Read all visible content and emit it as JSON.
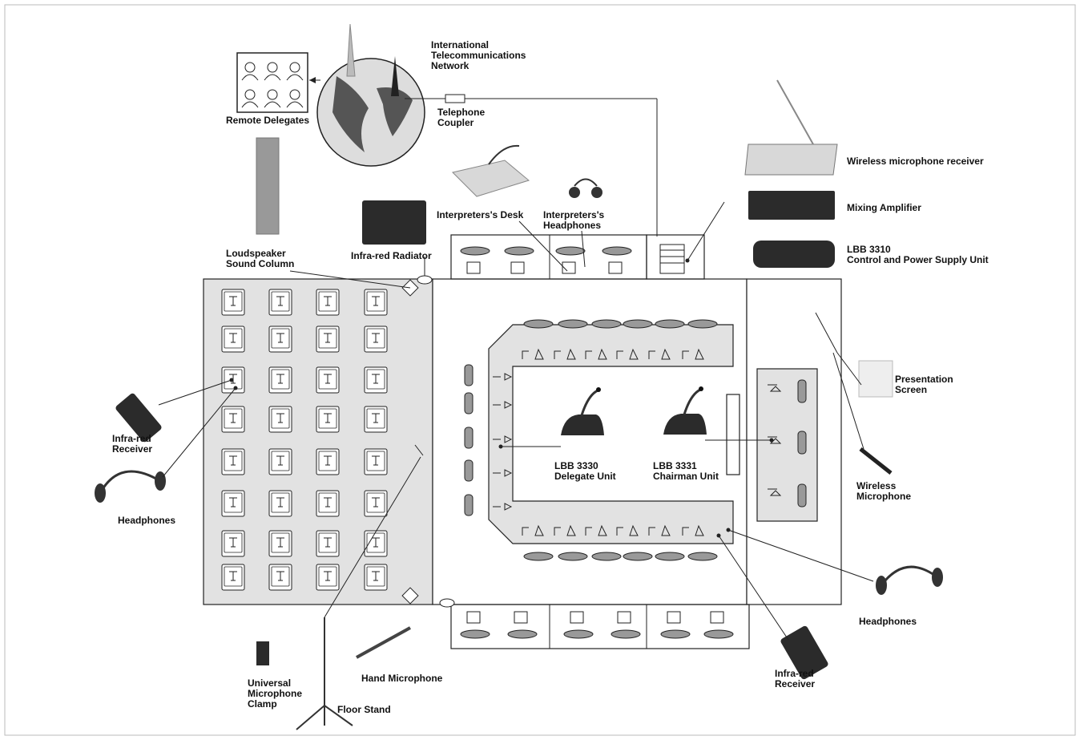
{
  "labels": {
    "international_network": "International\nTelecommunications\nNetwork",
    "remote_delegates": "Remote Delegates",
    "telephone_coupler": "Telephone\nCoupler",
    "wireless_receiver": "Wireless microphone receiver",
    "mixing_amplifier": "Mixing Amplifier",
    "control_unit": "LBB 3310\nControl and Power Supply Unit",
    "interpreters_desk": "Interpreters's Desk",
    "interpreters_headphones": "Interpreters's\nHeadphones",
    "loudspeaker": "Loudspeaker\nSound Column",
    "ir_radiator": "Infra-red Radiator",
    "ir_receiver_left": "Infra-red\nReceiver",
    "headphones_left": "Headphones",
    "delegate_unit": "LBB 3330\nDelegate Unit",
    "chairman_unit": "LBB 3331\nChairman Unit",
    "presentation_screen": "Presentation\nScreen",
    "wireless_microphone": "Wireless\nMicrophone",
    "headphones_right": "Headphones",
    "ir_receiver_right": "Infra-red\nReceiver",
    "hand_microphone": "Hand Microphone",
    "mic_clamp": "Universal\nMicrophone\nClamp",
    "floor_stand": "Floor Stand"
  },
  "colors": {
    "room_fill": "#e2e2e2",
    "line": "#222222",
    "device_dark": "#2b2b2b",
    "device_light": "#d8d8d8"
  }
}
